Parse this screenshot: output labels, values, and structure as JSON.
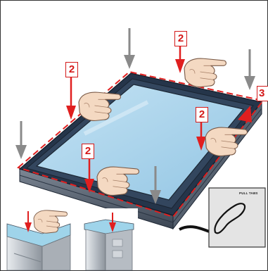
{
  "steps": [
    {
      "id": "top",
      "label": "2"
    },
    {
      "id": "left",
      "label": "2"
    },
    {
      "id": "right",
      "label": "2"
    },
    {
      "id": "bottom",
      "label": "2"
    },
    {
      "id": "corner",
      "label": "3"
    }
  ],
  "inset": {
    "label": "PULL TABS"
  },
  "colors": {
    "frame": "#25354a",
    "glass": "#a9d3ec",
    "seal_line": "#e01f1f",
    "press_arrow": "#8a8a8a",
    "step_arrow": "#e01f1f",
    "skin": "#f4d9c2"
  },
  "icons": [
    "press-arrow",
    "step-arrow",
    "hand-icon",
    "pull-tab-icon",
    "frame-profile-icon"
  ]
}
